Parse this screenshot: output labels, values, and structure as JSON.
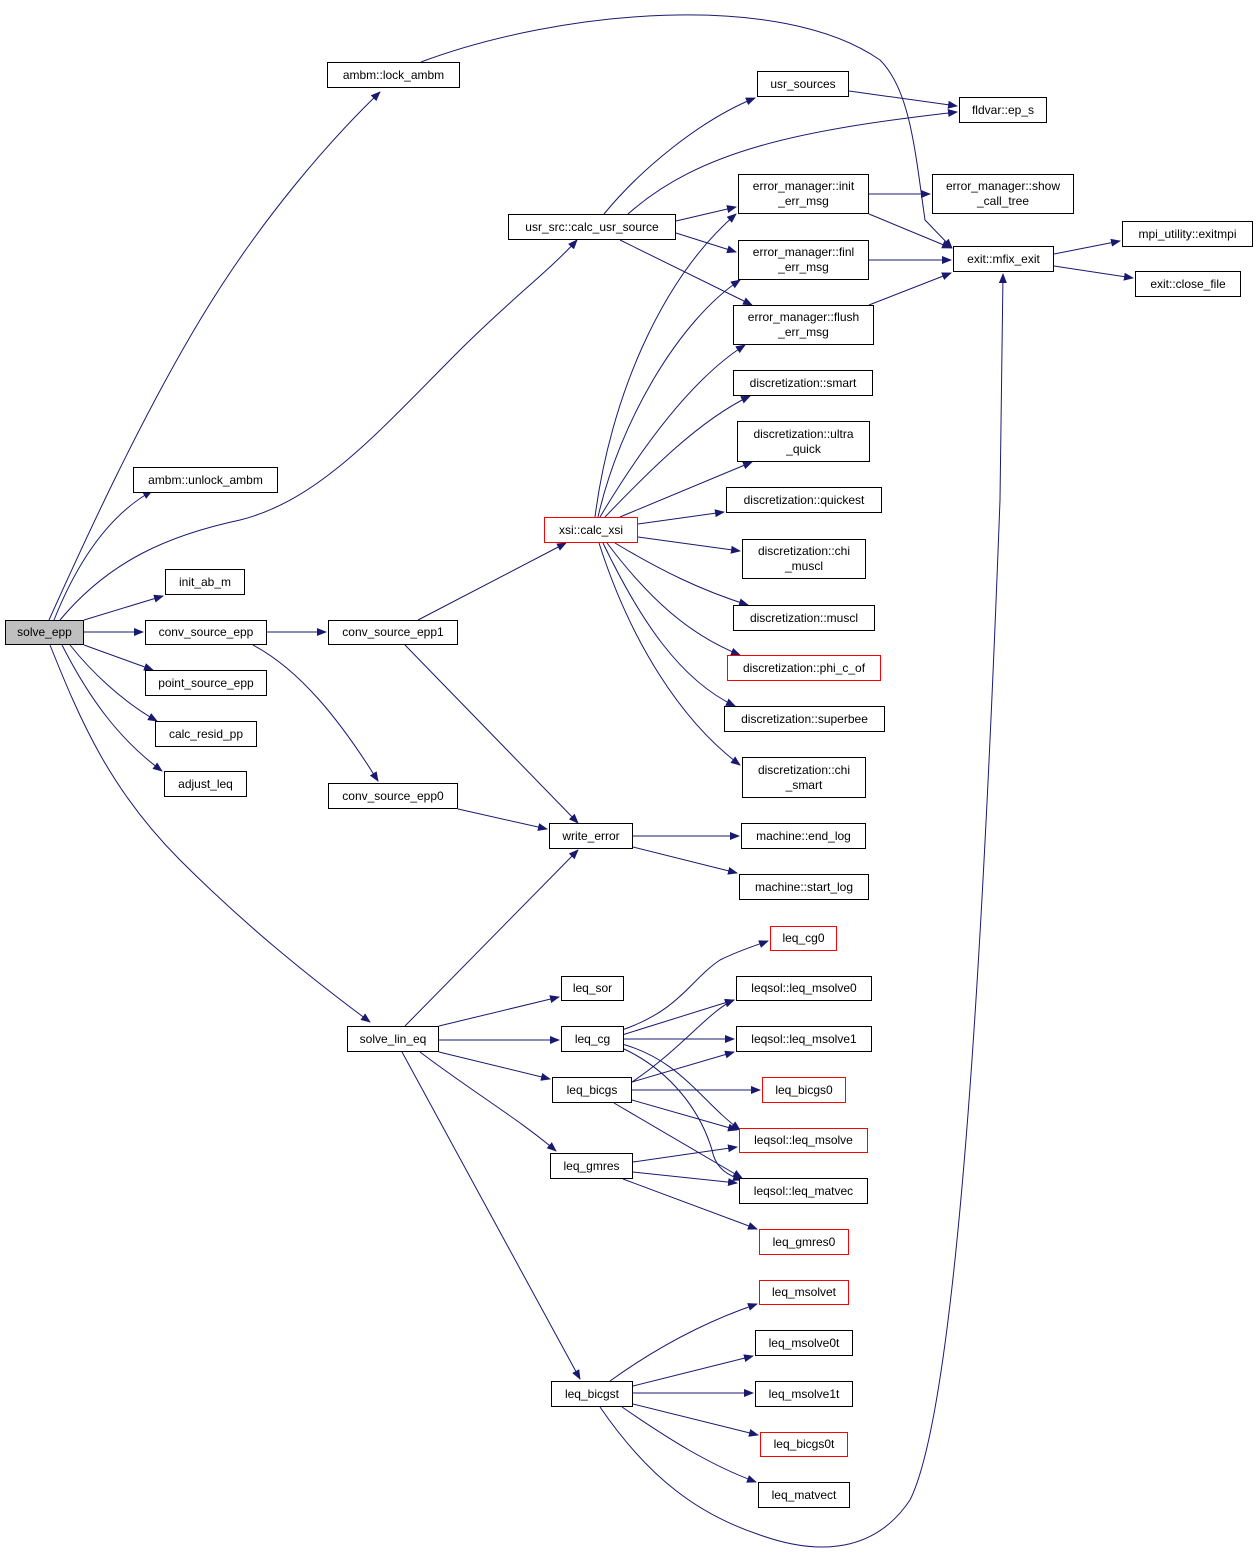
{
  "colors": {
    "edge": "#191970",
    "node_border": "#000000",
    "root_fill": "#bfbfbf",
    "red_border": "#ff0000"
  },
  "nodes": {
    "solve_epp": "solve_epp",
    "lock_ambm": "ambm::lock_ambm",
    "unlock_ambm": "ambm::unlock_ambm",
    "init_ab_m": "init_ab_m",
    "conv_source_epp": "conv_source_epp",
    "point_source_epp": "point_source_epp",
    "calc_resid_pp": "calc_resid_pp",
    "adjust_leq": "adjust_leq",
    "conv_source_epp1": "conv_source_epp1",
    "conv_source_epp0": "conv_source_epp0",
    "solve_lin_eq": "solve_lin_eq",
    "calc_usr_source": "usr_src::calc_usr_source",
    "calc_xsi": "xsi::calc_xsi",
    "write_error": "write_error",
    "leq_sor": "leq_sor",
    "leq_cg": "leq_cg",
    "leq_bicgs": "leq_bicgs",
    "leq_gmres": "leq_gmres",
    "leq_bicgst": "leq_bicgst",
    "usr_sources": "usr_sources",
    "init_err_msg": "error_manager::init\n_err_msg",
    "finl_err_msg": "error_manager::finl\n_err_msg",
    "flush_err_msg": "error_manager::flush\n_err_msg",
    "smart": "discretization::smart",
    "ultra_quick": "discretization::ultra\n_quick",
    "quickest": "discretization::quickest",
    "chi_muscl": "discretization::chi\n_muscl",
    "muscl": "discretization::muscl",
    "phi_c_of": "discretization::phi_c_of",
    "superbee": "discretization::superbee",
    "chi_smart": "discretization::chi\n_smart",
    "end_log": "machine::end_log",
    "start_log": "machine::start_log",
    "leq_cg0": "leq_cg0",
    "leq_msolve0": "leqsol::leq_msolve0",
    "leq_msolve1": "leqsol::leq_msolve1",
    "leq_bicgs0": "leq_bicgs0",
    "leq_msolve": "leqsol::leq_msolve",
    "leq_matvec": "leqsol::leq_matvec",
    "leq_gmres0": "leq_gmres0",
    "leq_msolvet": "leq_msolvet",
    "leq_msolve0t": "leq_msolve0t",
    "leq_msolve1t": "leq_msolve1t",
    "leq_bicgs0t": "leq_bicgs0t",
    "leq_matvect": "leq_matvect",
    "ep_s": "fldvar::ep_s",
    "show_call_tree": "error_manager::show\n_call_tree",
    "mfix_exit": "exit::mfix_exit",
    "exitmpi": "mpi_utility::exitmpi",
    "close_file": "exit::close_file"
  }
}
